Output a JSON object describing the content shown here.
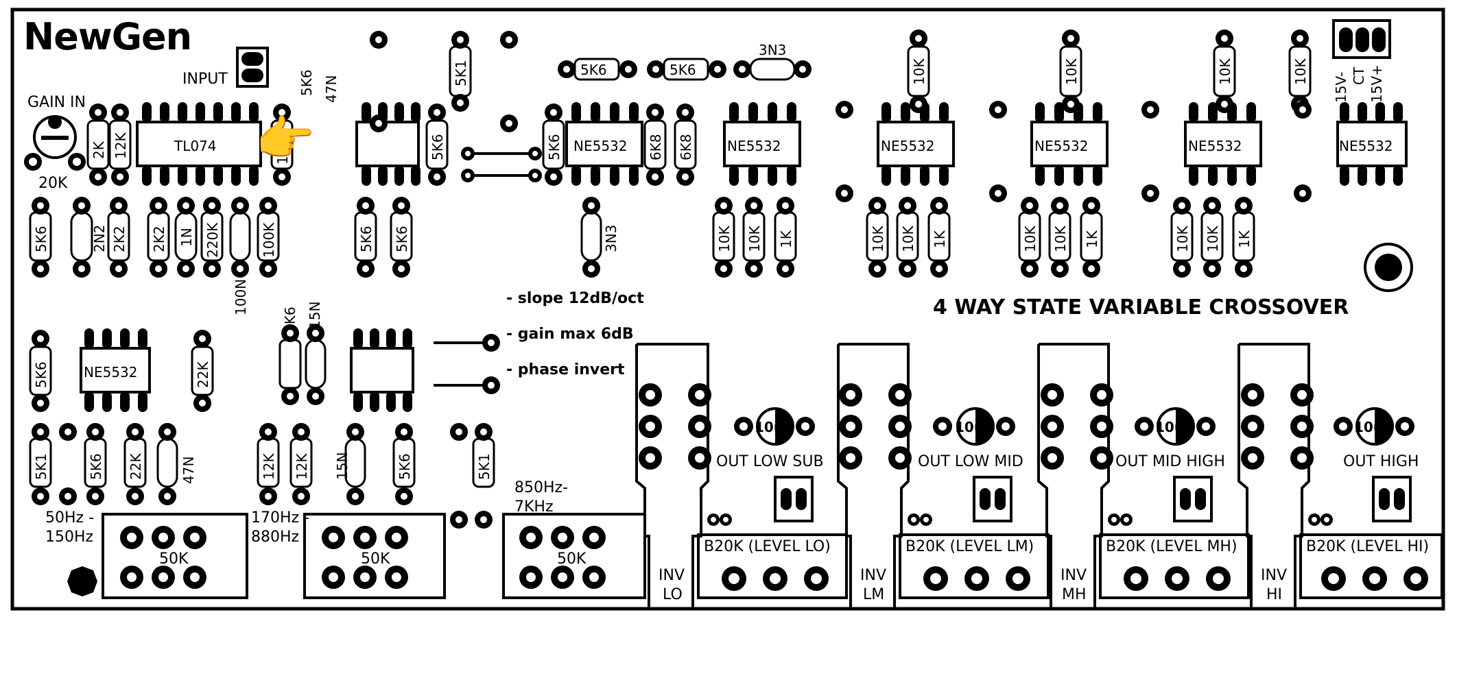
{
  "board": {
    "logo": "NewGen",
    "title": "4 WAY STATE VARIABLE CROSSOVER",
    "notes": [
      "- slope 12dB/oct",
      "- gain max 6dB",
      "- phase invert"
    ],
    "input_label": "INPUT",
    "gain_in_label": "GAIN IN",
    "gain_pot_value": "20K",
    "power_labels": [
      "15V-",
      "CT",
      "15V+"
    ]
  },
  "ics": [
    {
      "id": "u1",
      "label": "TL074"
    },
    {
      "id": "u2",
      "label": ""
    },
    {
      "id": "u3",
      "label": "NE5532"
    },
    {
      "id": "u4",
      "label": "NE5532"
    },
    {
      "id": "u5",
      "label": "NE5532"
    },
    {
      "id": "u6",
      "label": "NE5532"
    },
    {
      "id": "u7",
      "label": "NE5532"
    },
    {
      "id": "u8",
      "label": "NE5532"
    },
    {
      "id": "u9",
      "label": "NE5532"
    },
    {
      "id": "u10",
      "label": ""
    }
  ],
  "resistors": [
    {
      "id": "r1",
      "value": "2K"
    },
    {
      "id": "r2",
      "value": "12K"
    },
    {
      "id": "r3",
      "value": "100K"
    },
    {
      "id": "r4",
      "value": "5K6"
    },
    {
      "id": "r5",
      "value": "47N"
    },
    {
      "id": "r6",
      "value": "5K6"
    },
    {
      "id": "r7",
      "value": "5K1"
    },
    {
      "id": "r8",
      "value": "5K6"
    },
    {
      "id": "r9",
      "value": "5K6"
    },
    {
      "id": "r10",
      "value": "3N3"
    },
    {
      "id": "r11",
      "value": "5K6"
    },
    {
      "id": "r12",
      "value": "6K8"
    },
    {
      "id": "r13",
      "value": "6K8"
    },
    {
      "id": "r14",
      "value": "10K"
    },
    {
      "id": "r15",
      "value": "10K"
    },
    {
      "id": "r16",
      "value": "10K"
    },
    {
      "id": "r17",
      "value": "10K"
    },
    {
      "id": "r18",
      "value": "5K6"
    },
    {
      "id": "r19",
      "value": "2N2"
    },
    {
      "id": "r20",
      "value": "2K2"
    },
    {
      "id": "r21",
      "value": "2K2"
    },
    {
      "id": "r22",
      "value": "1N"
    },
    {
      "id": "r23",
      "value": "220K"
    },
    {
      "id": "r24",
      "value": "100N"
    },
    {
      "id": "r25",
      "value": "100K"
    },
    {
      "id": "r26",
      "value": "5K6"
    },
    {
      "id": "r27",
      "value": "5K6"
    },
    {
      "id": "r28",
      "value": "3N3"
    },
    {
      "id": "r29",
      "value": "10K"
    },
    {
      "id": "r30",
      "value": "10K"
    },
    {
      "id": "r31",
      "value": "1K"
    },
    {
      "id": "r32",
      "value": "10K"
    },
    {
      "id": "r33",
      "value": "10K"
    },
    {
      "id": "r34",
      "value": "1K"
    },
    {
      "id": "r35",
      "value": "10K"
    },
    {
      "id": "r36",
      "value": "10K"
    },
    {
      "id": "r37",
      "value": "1K"
    },
    {
      "id": "r38",
      "value": "10K"
    },
    {
      "id": "r39",
      "value": "10K"
    },
    {
      "id": "r40",
      "value": "1K"
    },
    {
      "id": "r41",
      "value": "5K6"
    },
    {
      "id": "r42",
      "value": "22K"
    },
    {
      "id": "r43",
      "value": "5K6"
    },
    {
      "id": "r44",
      "value": "15N"
    },
    {
      "id": "r45",
      "value": "5K1"
    },
    {
      "id": "r46",
      "value": "5K6"
    },
    {
      "id": "r47",
      "value": "22K"
    },
    {
      "id": "r48",
      "value": "47N"
    },
    {
      "id": "r49",
      "value": "12K"
    },
    {
      "id": "r50",
      "value": "12K"
    },
    {
      "id": "r51",
      "value": "15N"
    },
    {
      "id": "r52",
      "value": "5K6"
    },
    {
      "id": "r53",
      "value": "5K1"
    }
  ],
  "pots": [
    {
      "id": "p1",
      "value": "50K",
      "range": [
        "50Hz -",
        "150Hz"
      ]
    },
    {
      "id": "p2",
      "value": "50K",
      "range": [
        "170Hz -",
        "880Hz"
      ]
    },
    {
      "id": "p3",
      "value": "50K",
      "range": [
        "850Hz-",
        "7KHz"
      ]
    }
  ],
  "channels": [
    {
      "cap": "10u",
      "output": "OUT LOW SUB",
      "level": "B20K (LEVEL LO)",
      "inv": [
        "INV",
        "LO"
      ]
    },
    {
      "cap": "10u",
      "output": "OUT LOW MID",
      "level": "B20K (LEVEL LM)",
      "inv": [
        "INV",
        "LM"
      ]
    },
    {
      "cap": "10u",
      "output": "OUT MID HIGH",
      "level": "B20K (LEVEL MH)",
      "inv": [
        "INV",
        "MH"
      ]
    },
    {
      "cap": "10u",
      "output": "OUT HIGH",
      "level": "B20K (LEVEL HI)",
      "inv": [
        "INV",
        "HI"
      ]
    }
  ]
}
